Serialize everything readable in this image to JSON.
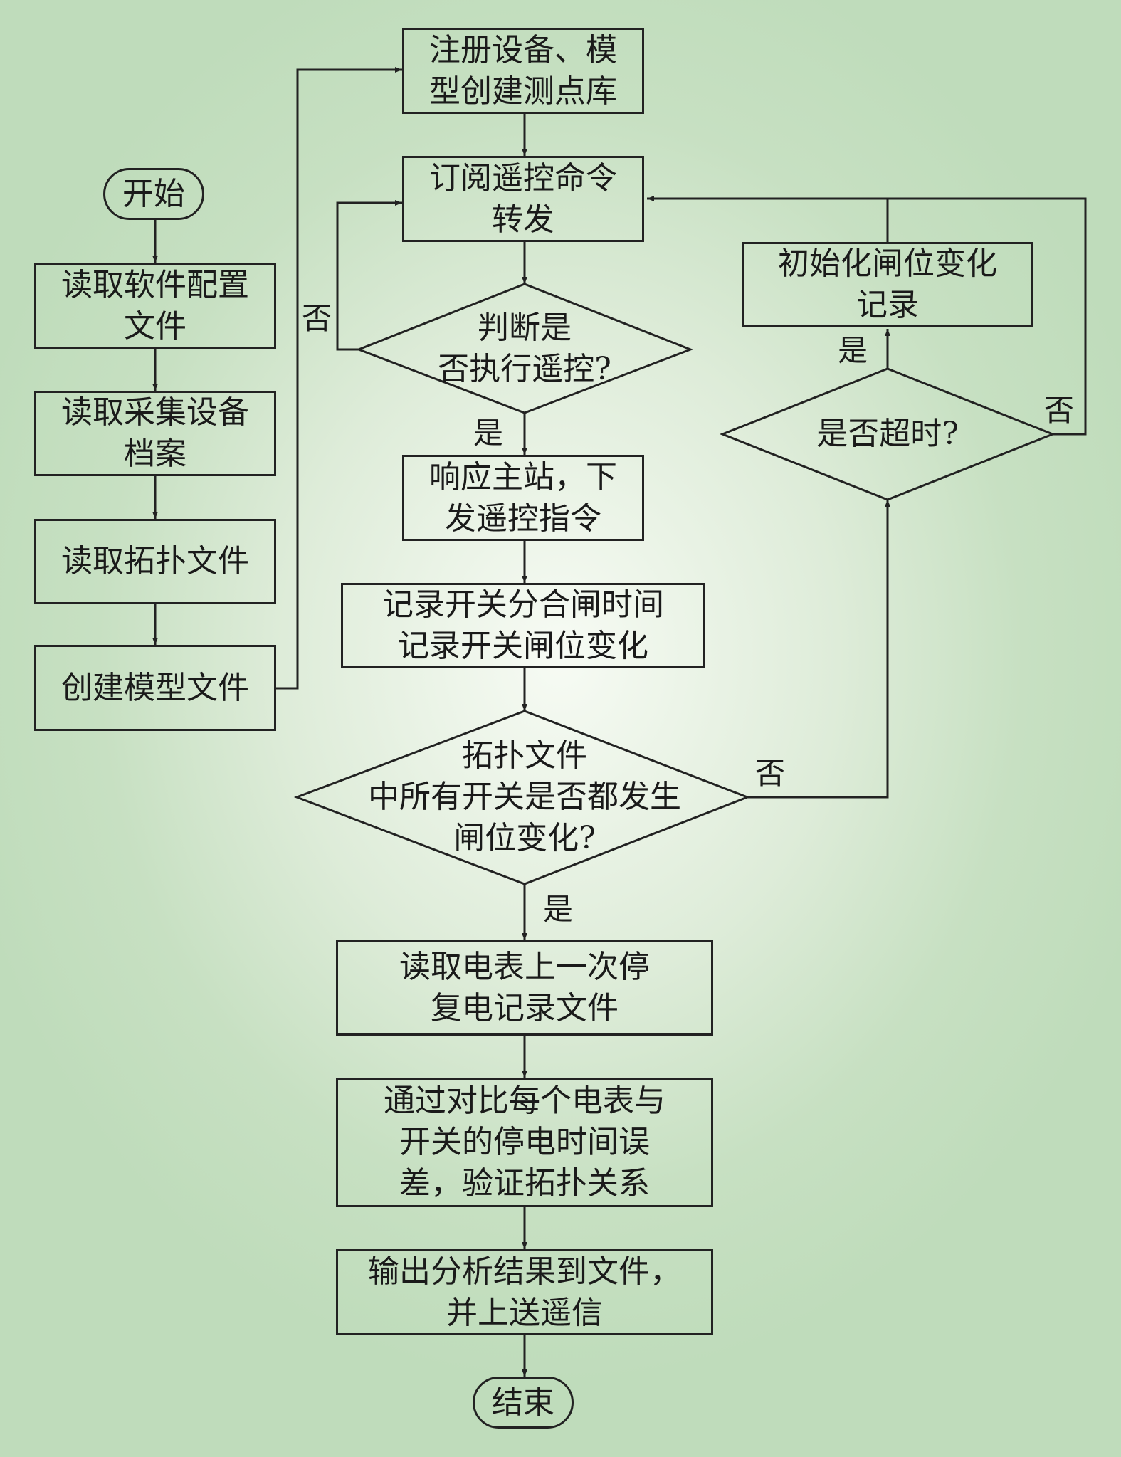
{
  "nodes": {
    "start": "开始",
    "read_config": "读取软件配置\n文件",
    "read_device": "读取采集设备\n档案",
    "read_topology": "读取拓扑文件",
    "create_model": "创建模型文件",
    "register": "注册设备、模\n型创建测点库",
    "subscribe": "订阅遥控命令\n转发",
    "decide_remote": "判断是\n否执行遥控?",
    "respond": "响应主站，下\n发遥控指令",
    "record": "记录开关分合闸时间\n记录开关闸位变化",
    "decide_all": "拓扑文件\n中所有开关是否都发生\n闸位变化?",
    "read_meter": "读取电表上一次停\n复电记录文件",
    "compare": "通过对比每个电表与\n开关的停电时间误\n差，验证拓扑关系",
    "output": "输出分析结果到文件，\n并上送遥信",
    "end": "结束",
    "init_record": "初始化闸位变化\n记录",
    "decide_timeout": "是否超时?"
  },
  "labels": {
    "no_remote": "否",
    "yes_remote": "是",
    "no_all": "否",
    "yes_all": "是",
    "yes_timeout": "是",
    "no_timeout": "否"
  }
}
